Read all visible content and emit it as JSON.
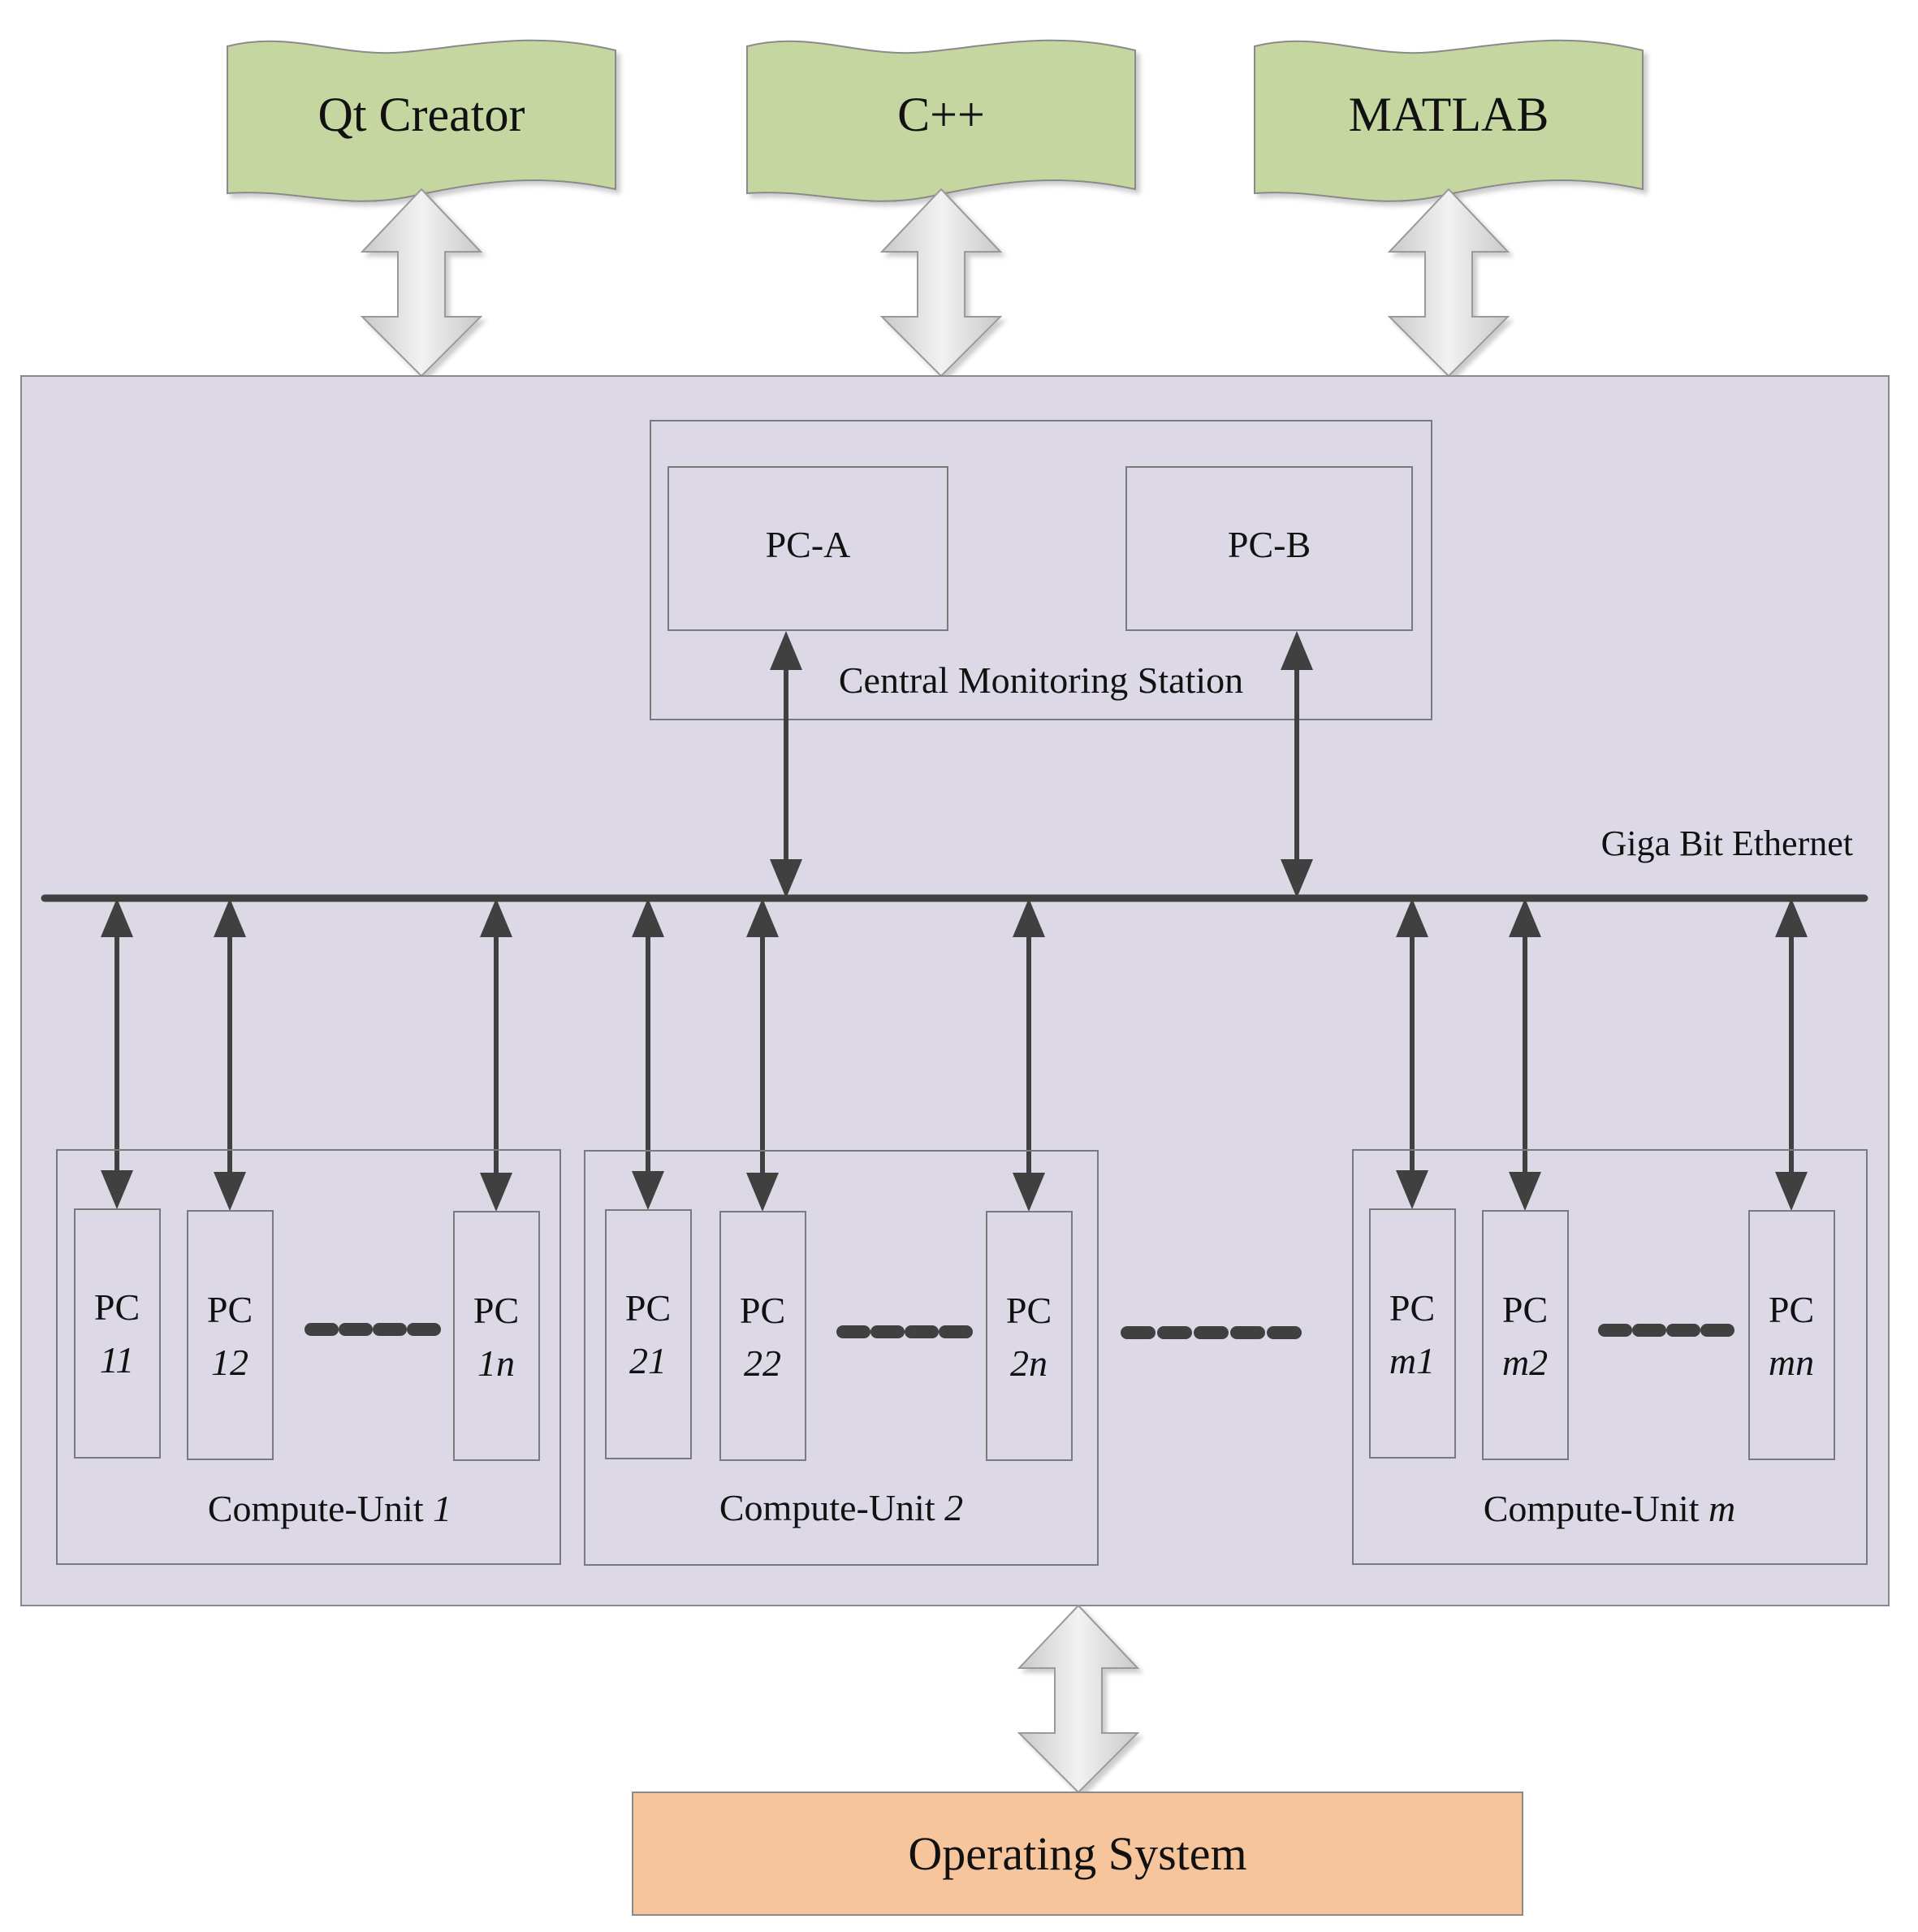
{
  "tools": [
    {
      "id": "qt",
      "label": "Qt Creator"
    },
    {
      "id": "cpp",
      "label": "C++"
    },
    {
      "id": "matlab",
      "label": "MATLAB"
    }
  ],
  "central_station": {
    "label": "Central Monitoring Station",
    "pc_a": "PC-A",
    "pc_b": "PC-B"
  },
  "network": {
    "label": "Giga Bit Ethernet"
  },
  "pc_prefix": "PC",
  "compute_units": [
    {
      "label_text": "Compute-Unit",
      "label_index": "1",
      "pcs": [
        "11",
        "12",
        "1n"
      ]
    },
    {
      "label_text": "Compute-Unit",
      "label_index": "2",
      "pcs": [
        "21",
        "22",
        "2n"
      ]
    },
    {
      "label_text": "Compute-Unit",
      "label_index": "m",
      "pcs": [
        "m1",
        "m2",
        "mn"
      ]
    }
  ],
  "operating_system": {
    "label": "Operating System"
  },
  "colors": {
    "tool_fill": "#c5d6a0",
    "system_fill": "#ddd8e6",
    "os_fill": "#f7c59c",
    "arrow_fill": "#d8d8d8",
    "line": "#404040"
  }
}
